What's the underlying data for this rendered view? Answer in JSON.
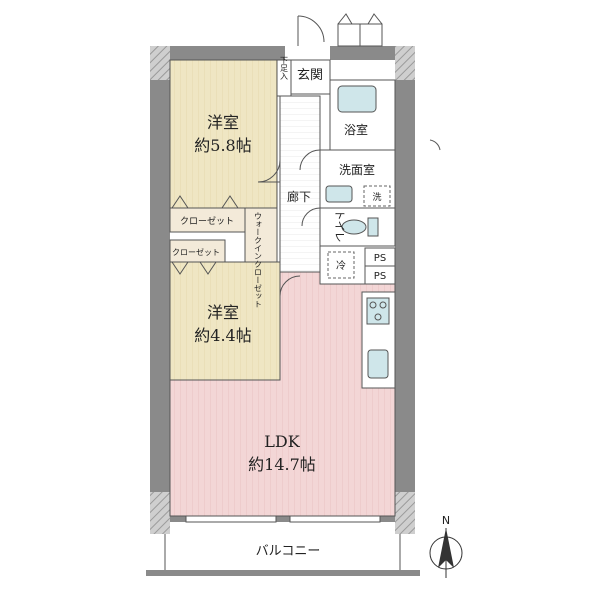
{
  "rooms": {
    "western_room_1": {
      "name": "洋室",
      "size": "約5.8帖"
    },
    "western_room_2": {
      "name": "洋室",
      "size": "約4.4帖"
    },
    "ldk": {
      "name": "LDK",
      "size": "約14.7帖"
    }
  },
  "labels": {
    "entrance": "玄関",
    "shoe_storage": "下足入",
    "bathroom": "浴室",
    "washroom": "洗面室",
    "hallway": "廊下",
    "toilet": "トイレ",
    "closet_1": "クローゼット",
    "closet_2": "クローゼット",
    "walk_in_closet": "ウォークインクローゼット",
    "washing_machine": "洗",
    "refrigerator": "冷",
    "ps_1": "PS",
    "ps_2": "PS",
    "balcony": "バルコニー",
    "north": "N"
  },
  "colors": {
    "western_room": "#efe6c3",
    "ldk": "#f3d6d6",
    "closet": "#f3ead9",
    "wall": "#8a8a8a",
    "fixture": "#cfe6ea"
  }
}
